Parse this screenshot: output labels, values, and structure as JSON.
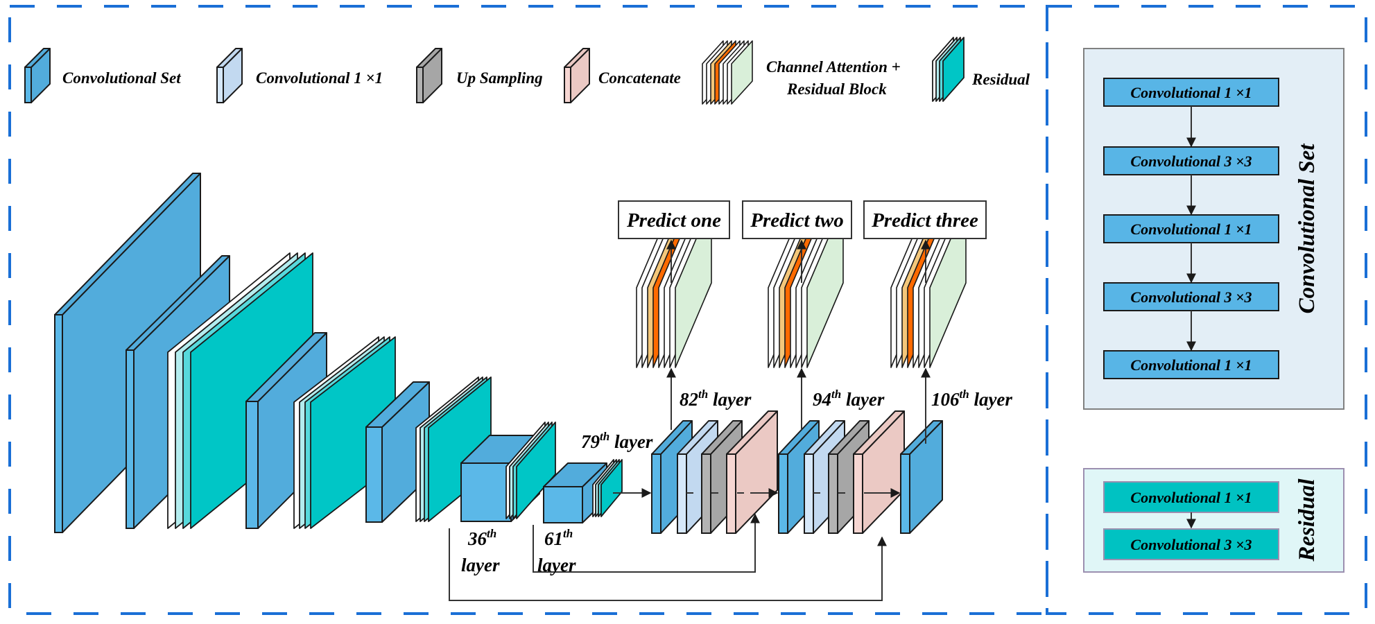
{
  "colors": {
    "dash_border": "#1a6fd6",
    "conv_set_front": "#5bb8e8",
    "conv_set_side": "#52acdc",
    "conv1x1_front": "#d6e8fa",
    "conv1x1_side": "#c2d9f0",
    "upsampling_front": "#b3b3b3",
    "upsampling_side": "#a6a6a6",
    "concat_front": "#f6d6d2",
    "concat_side": "#ebc9c4",
    "residual_teal": "#00c6c6",
    "residual_light1": "#b3ecee",
    "residual_light2": "#57d9dc",
    "attention_orange": "#ff6a00",
    "attention_yellow": "#f4c77a",
    "attention_green": "#d9efd9",
    "conv_panel_bg": "#e3eef6",
    "residual_panel_bg": "#e0f6f7",
    "conv_box_fill": "#58b5e6",
    "residual_box_fill": "#00c2c2",
    "stroke": "#1a1a1a"
  },
  "legend": [
    {
      "icon": "conv-set-block-icon",
      "label": "Convolutional Set"
    },
    {
      "icon": "conv-1x1-block-icon",
      "label": "Convolutional 1 ×1"
    },
    {
      "icon": "upsampling-block-icon",
      "label": "Up Sampling"
    },
    {
      "icon": "concatenate-block-icon",
      "label": "Concatenate"
    },
    {
      "icon": "channel-attention-block-icon",
      "label_line1": "Channel Attention +",
      "label_line2": "Residual Block"
    },
    {
      "icon": "residual-block-icon",
      "label": "Residual"
    }
  ],
  "predictions": [
    {
      "label": "Predict one"
    },
    {
      "label": "Predict two"
    },
    {
      "label": "Predict three"
    }
  ],
  "layer_labels": {
    "l36": {
      "num": "36",
      "sup": "th",
      "word": "layer"
    },
    "l61": {
      "num": "61",
      "sup": "th",
      "word": "layer"
    },
    "l79": {
      "num": "79",
      "sup": "th",
      "word": "layer"
    },
    "l82": {
      "num": "82",
      "sup": "th",
      "word": "layer"
    },
    "l94": {
      "num": "94",
      "sup": "th",
      "word": "layer"
    },
    "l106": {
      "num": "106",
      "sup": "th",
      "word": "layer"
    }
  },
  "conv_set_panel": {
    "title": "Convolutional Set",
    "steps": [
      "Convolutional 1 ×1",
      "Convolutional 3 ×3",
      "Convolutional 1 ×1",
      "Convolutional 3 ×3",
      "Convolutional 1 ×1"
    ]
  },
  "residual_panel": {
    "title": "Residual",
    "steps": [
      "Convolutional 1 ×1",
      "Convolutional 3 ×3"
    ]
  }
}
